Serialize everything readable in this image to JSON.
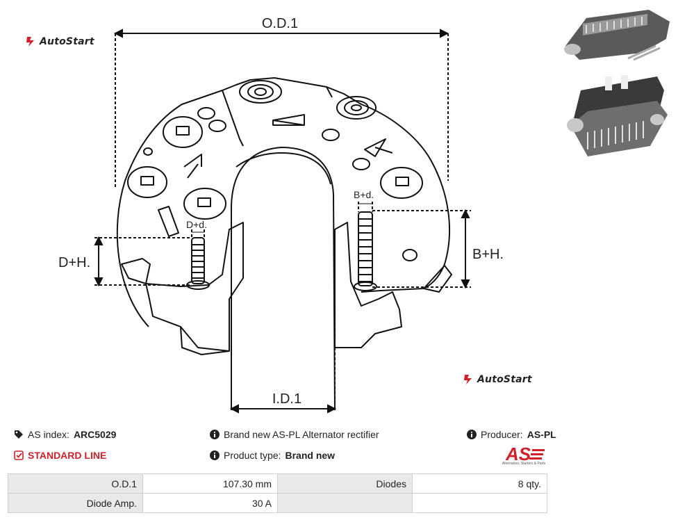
{
  "brand": {
    "name": "AutoStart",
    "color": "#d0202a"
  },
  "drawing": {
    "labels": {
      "od": "O.D.1",
      "id": "I.D.1",
      "dh": "D+H.",
      "bh": "B+H.",
      "dd": "D+d.",
      "bd": "B+d."
    }
  },
  "info": {
    "as_index_label": "AS index:",
    "as_index_value": "ARC5029",
    "description": "Brand new AS-PL Alternator rectifier",
    "producer_label": "Producer:",
    "producer_value": "AS-PL",
    "line": "STANDARD LINE",
    "product_type_label": "Product type:",
    "product_type_value": "Brand new",
    "as_logo_text": "AS",
    "as_logo_tagline": "Alternators, Starters & Parts"
  },
  "spec_table": {
    "rows": [
      [
        {
          "label": "O.D.1",
          "value": "107.30 mm"
        },
        {
          "label": "Diodes",
          "value": "8 qty."
        }
      ],
      [
        {
          "label": "Diode Amp.",
          "value": "30 A"
        },
        {
          "label": "",
          "value": ""
        }
      ]
    ]
  },
  "icons": {
    "tags": "tags-icon",
    "info": "info-circle-icon",
    "check": "check-square-icon"
  }
}
